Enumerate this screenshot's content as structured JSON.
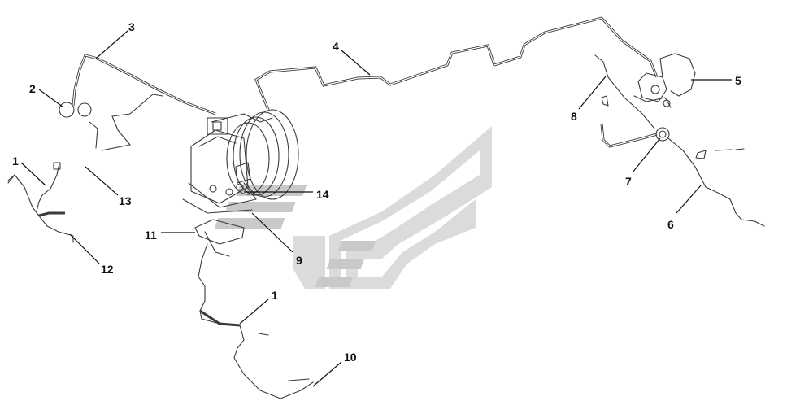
{
  "callouts": [
    {
      "id": "c1a",
      "label": "1"
    },
    {
      "id": "c1b",
      "label": "1"
    },
    {
      "id": "c2",
      "label": "2"
    },
    {
      "id": "c3",
      "label": "3"
    },
    {
      "id": "c4",
      "label": "4"
    },
    {
      "id": "c5",
      "label": "5"
    },
    {
      "id": "c6",
      "label": "6"
    },
    {
      "id": "c7",
      "label": "7"
    },
    {
      "id": "c8",
      "label": "8"
    },
    {
      "id": "c9",
      "label": "9"
    },
    {
      "id": "c10",
      "label": "10"
    },
    {
      "id": "c11",
      "label": "11"
    },
    {
      "id": "c12",
      "label": "12"
    },
    {
      "id": "c13",
      "label": "13"
    },
    {
      "id": "c14",
      "label": "14"
    }
  ],
  "colors": {
    "line": "#3a3a3a",
    "watermark": "#c9c9c9"
  }
}
